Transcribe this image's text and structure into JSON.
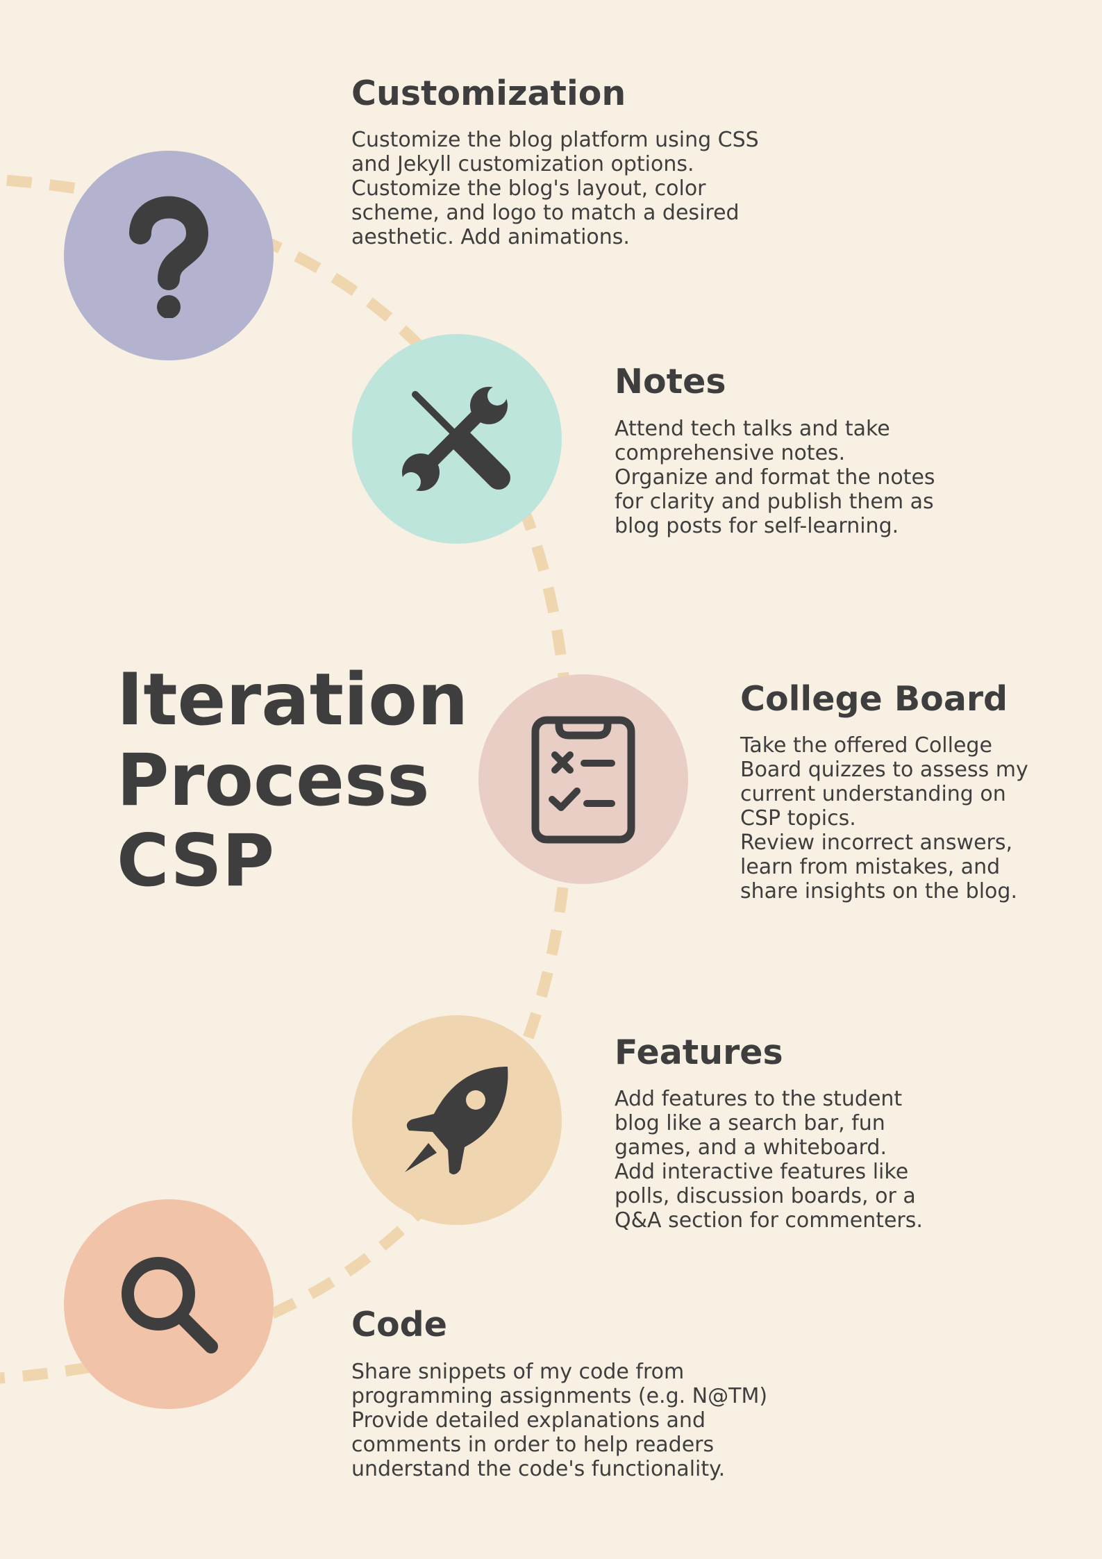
{
  "colors": {
    "background": "#f8f0e3",
    "arc": "#f0d6ae",
    "text": "#3e3e3e",
    "icon": "#3e3e3e"
  },
  "title": {
    "lines": [
      "Iteration",
      "Process",
      "CSP"
    ]
  },
  "steps": [
    {
      "title": "Customization",
      "icon": "question-mark-icon",
      "color": "#b3b3cf",
      "lines": [
        "Customize the blog platform using CSS",
        "and Jekyll customization options.",
        "Customize the blog's layout, color",
        "scheme, and logo to match a desired",
        "aesthetic. Add animations."
      ]
    },
    {
      "title": "Notes",
      "icon": "tools-icon",
      "color": "#bee5dc",
      "lines": [
        "Attend tech talks and take",
        "comprehensive notes.",
        "Organize and format the notes",
        "for clarity and publish them as",
        "blog posts for self-learning."
      ]
    },
    {
      "title": "College Board",
      "icon": "clipboard-checklist-icon",
      "color": "#e8cec5",
      "lines": [
        "Take the offered College",
        "Board quizzes to assess my",
        "current understanding on",
        "CSP topics.",
        "Review incorrect answers,",
        "learn from mistakes, and",
        "share insights on the blog."
      ]
    },
    {
      "title": "Features",
      "icon": "rocket-icon",
      "color": "#efd5b0",
      "lines": [
        "Add features to the student",
        "blog like a search bar, fun",
        "games, and a whiteboard.",
        "Add interactive features like",
        "polls, discussion boards, or a",
        "Q&A section for commenters."
      ]
    },
    {
      "title": "Code",
      "icon": "magnifying-glass-icon",
      "color": "#f1c4a9",
      "lines": [
        "Share snippets of my code from",
        "programming assignments (e.g. N@TM)",
        "Provide detailed explanations and",
        "comments in order to help readers",
        "understand the code's functionality."
      ]
    }
  ]
}
